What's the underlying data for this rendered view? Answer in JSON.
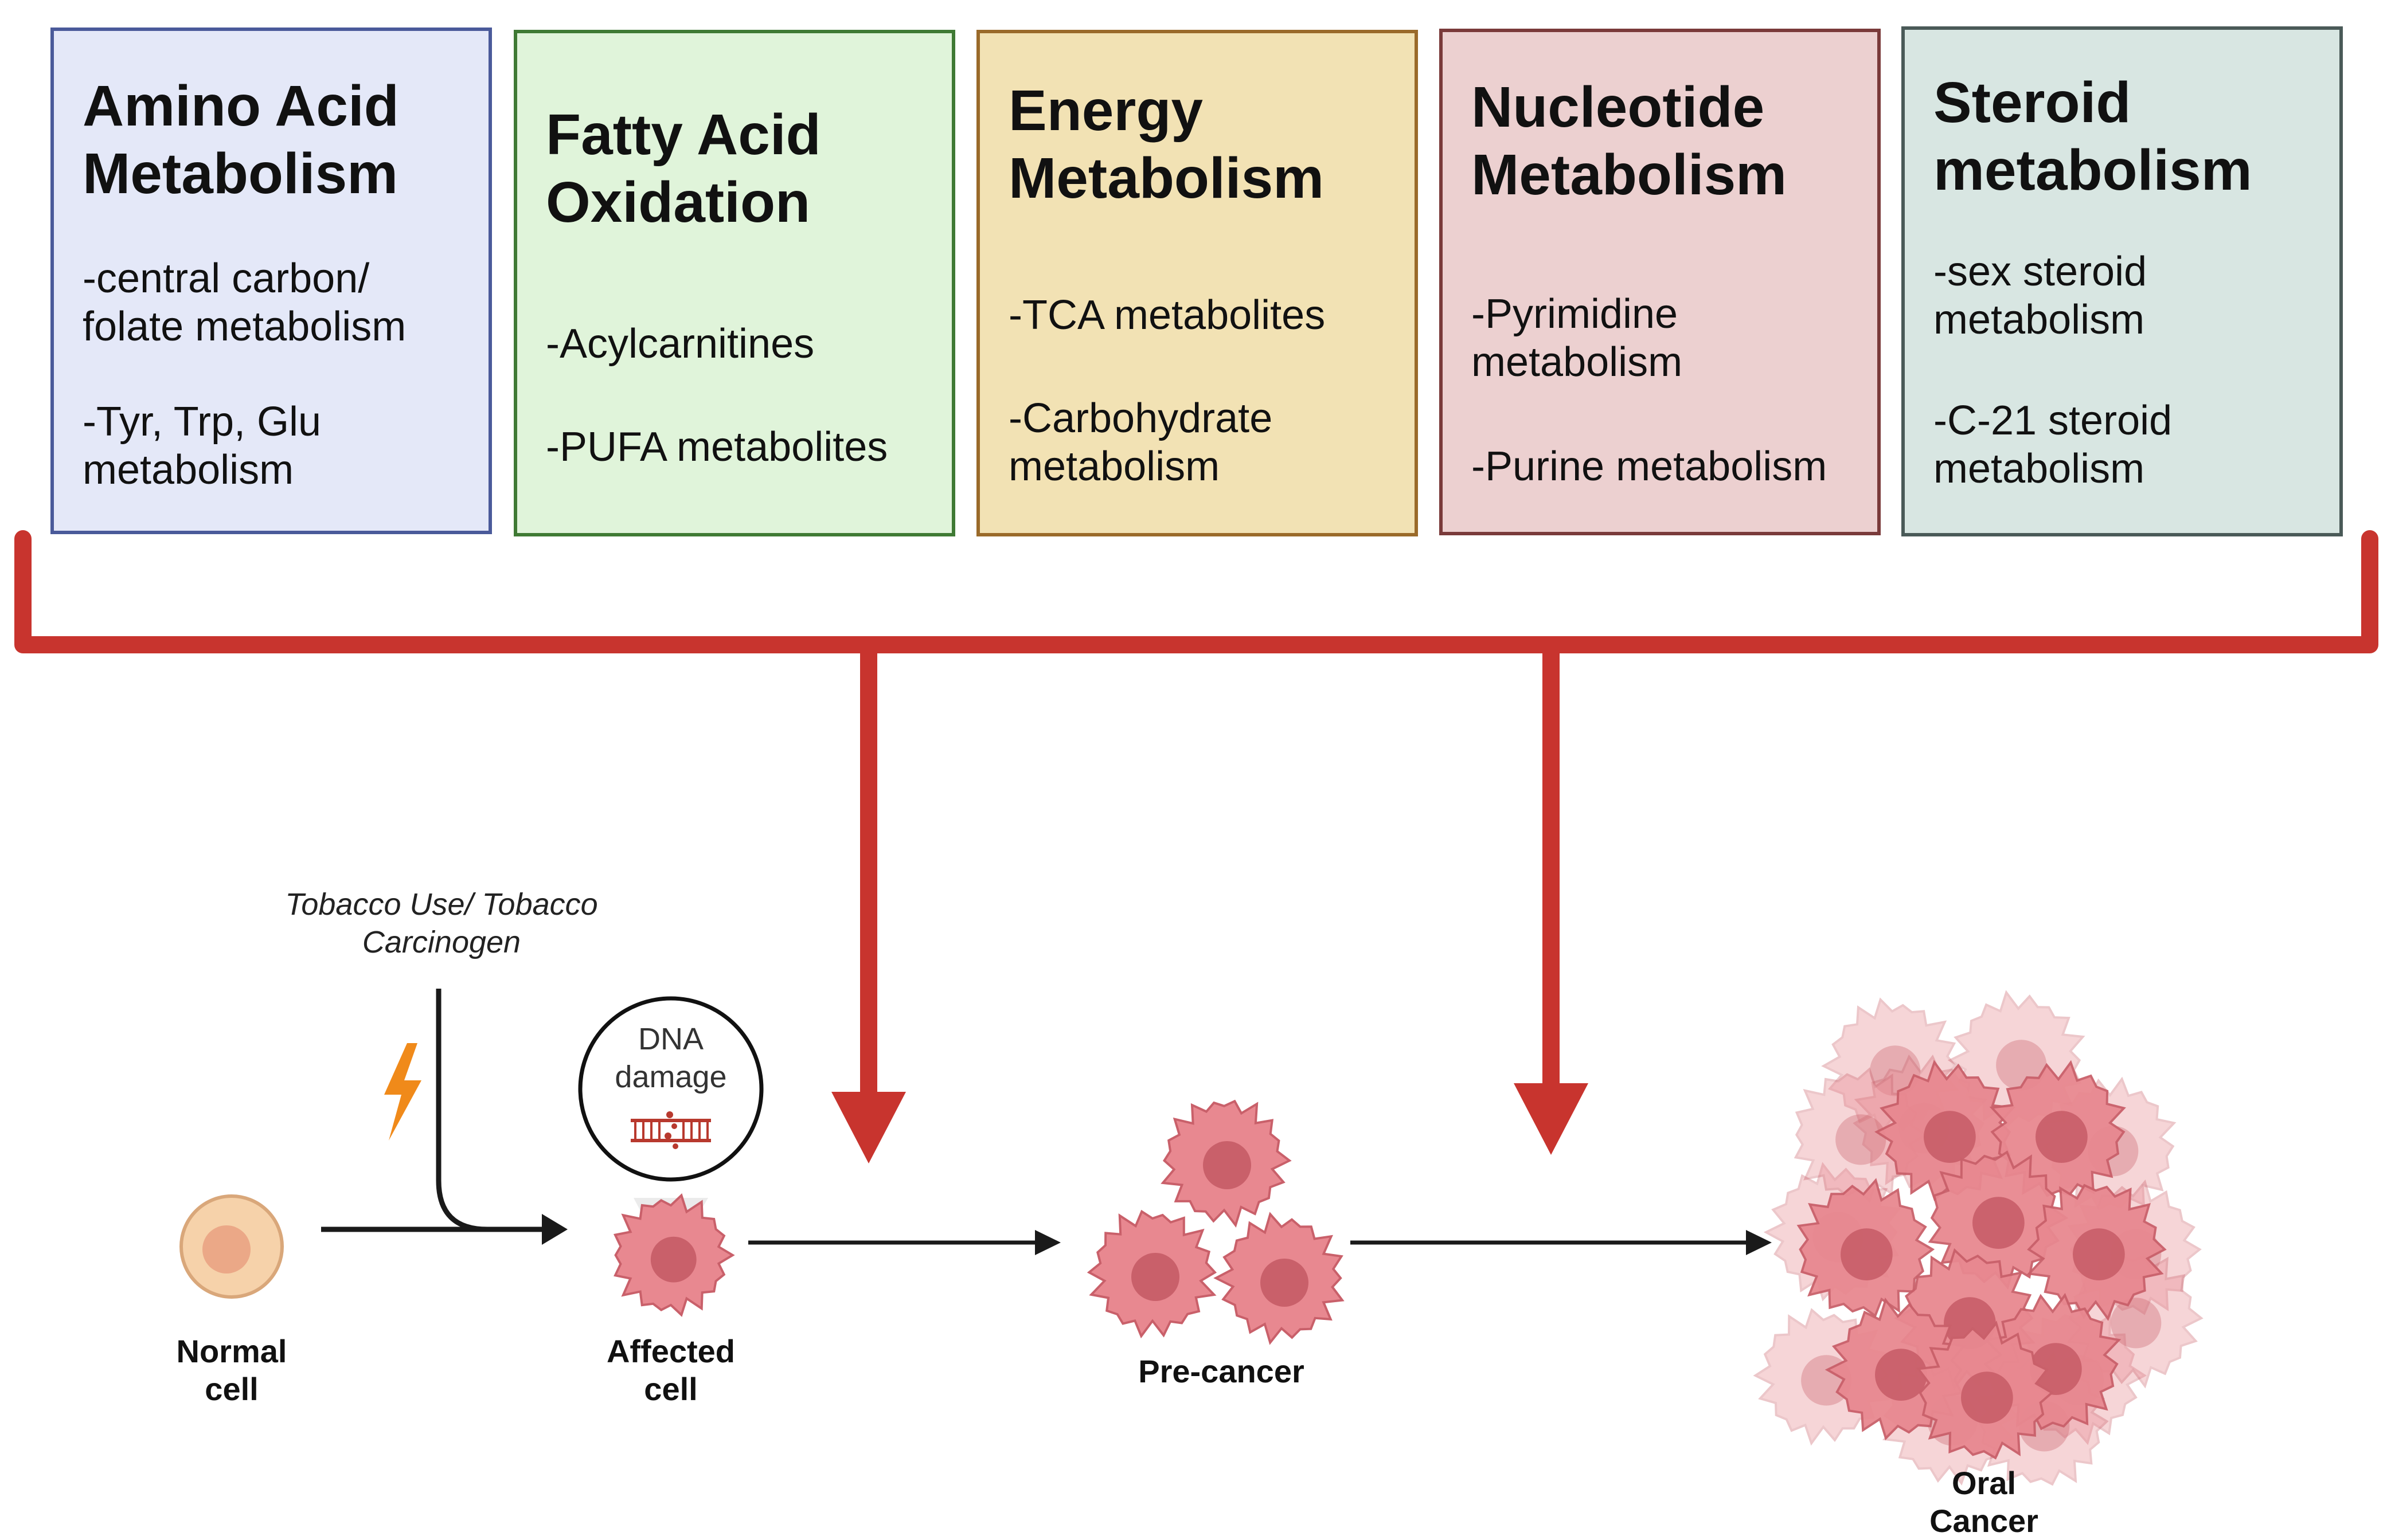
{
  "boxes": [
    {
      "title": "Amino Acid\nMetabolism",
      "items": [
        "-central carbon/\nfolate metabolism",
        "-Tyr, Trp, Glu\nmetabolism"
      ],
      "fill": "#e4e8f8",
      "border": "#4a5a9a"
    },
    {
      "title": "Fatty Acid\nOxidation",
      "items": [
        "-Acylcarnitines",
        "-PUFA metabolites"
      ],
      "fill": "#e0f4da",
      "border": "#3f7a34"
    },
    {
      "title": "Energy\nMetabolism",
      "items": [
        "-TCA metabolites",
        "-Carbohydrate\nmetabolism"
      ],
      "fill": "#f2e2b4",
      "border": "#9a6a2a"
    },
    {
      "title": "Nucleotide\nMetabolism",
      "items": [
        "-Pyrimidine\nmetabolism",
        "-Purine metabolism"
      ],
      "fill": "#ecd0d0",
      "border": "#7a3a3a"
    },
    {
      "title": "Steroid\nmetabolism",
      "items": [
        "-sex steroid\nmetabolism",
        "-C-21 steroid\nmetabolism"
      ],
      "fill": "#d8e6e2",
      "border": "#4a5a58"
    }
  ],
  "trigger": "Tobacco Use/ Tobacco\nCarcinogen",
  "dna_label": "DNA\ndamage",
  "stages": {
    "normal": "Normal\ncell",
    "affected": "Affected\ncell",
    "precancer": "Pre-cancer",
    "oral": "Oral\nCancer"
  },
  "colors": {
    "connector": "#c8342e",
    "flow_arrow": "#1a1a1a",
    "cancer_cell": "#e88890",
    "nucleus": "#c9606a",
    "normal_cell": "#f6d2aa",
    "normal_nucleus": "#eba887",
    "lightning": "#f08a1a"
  }
}
